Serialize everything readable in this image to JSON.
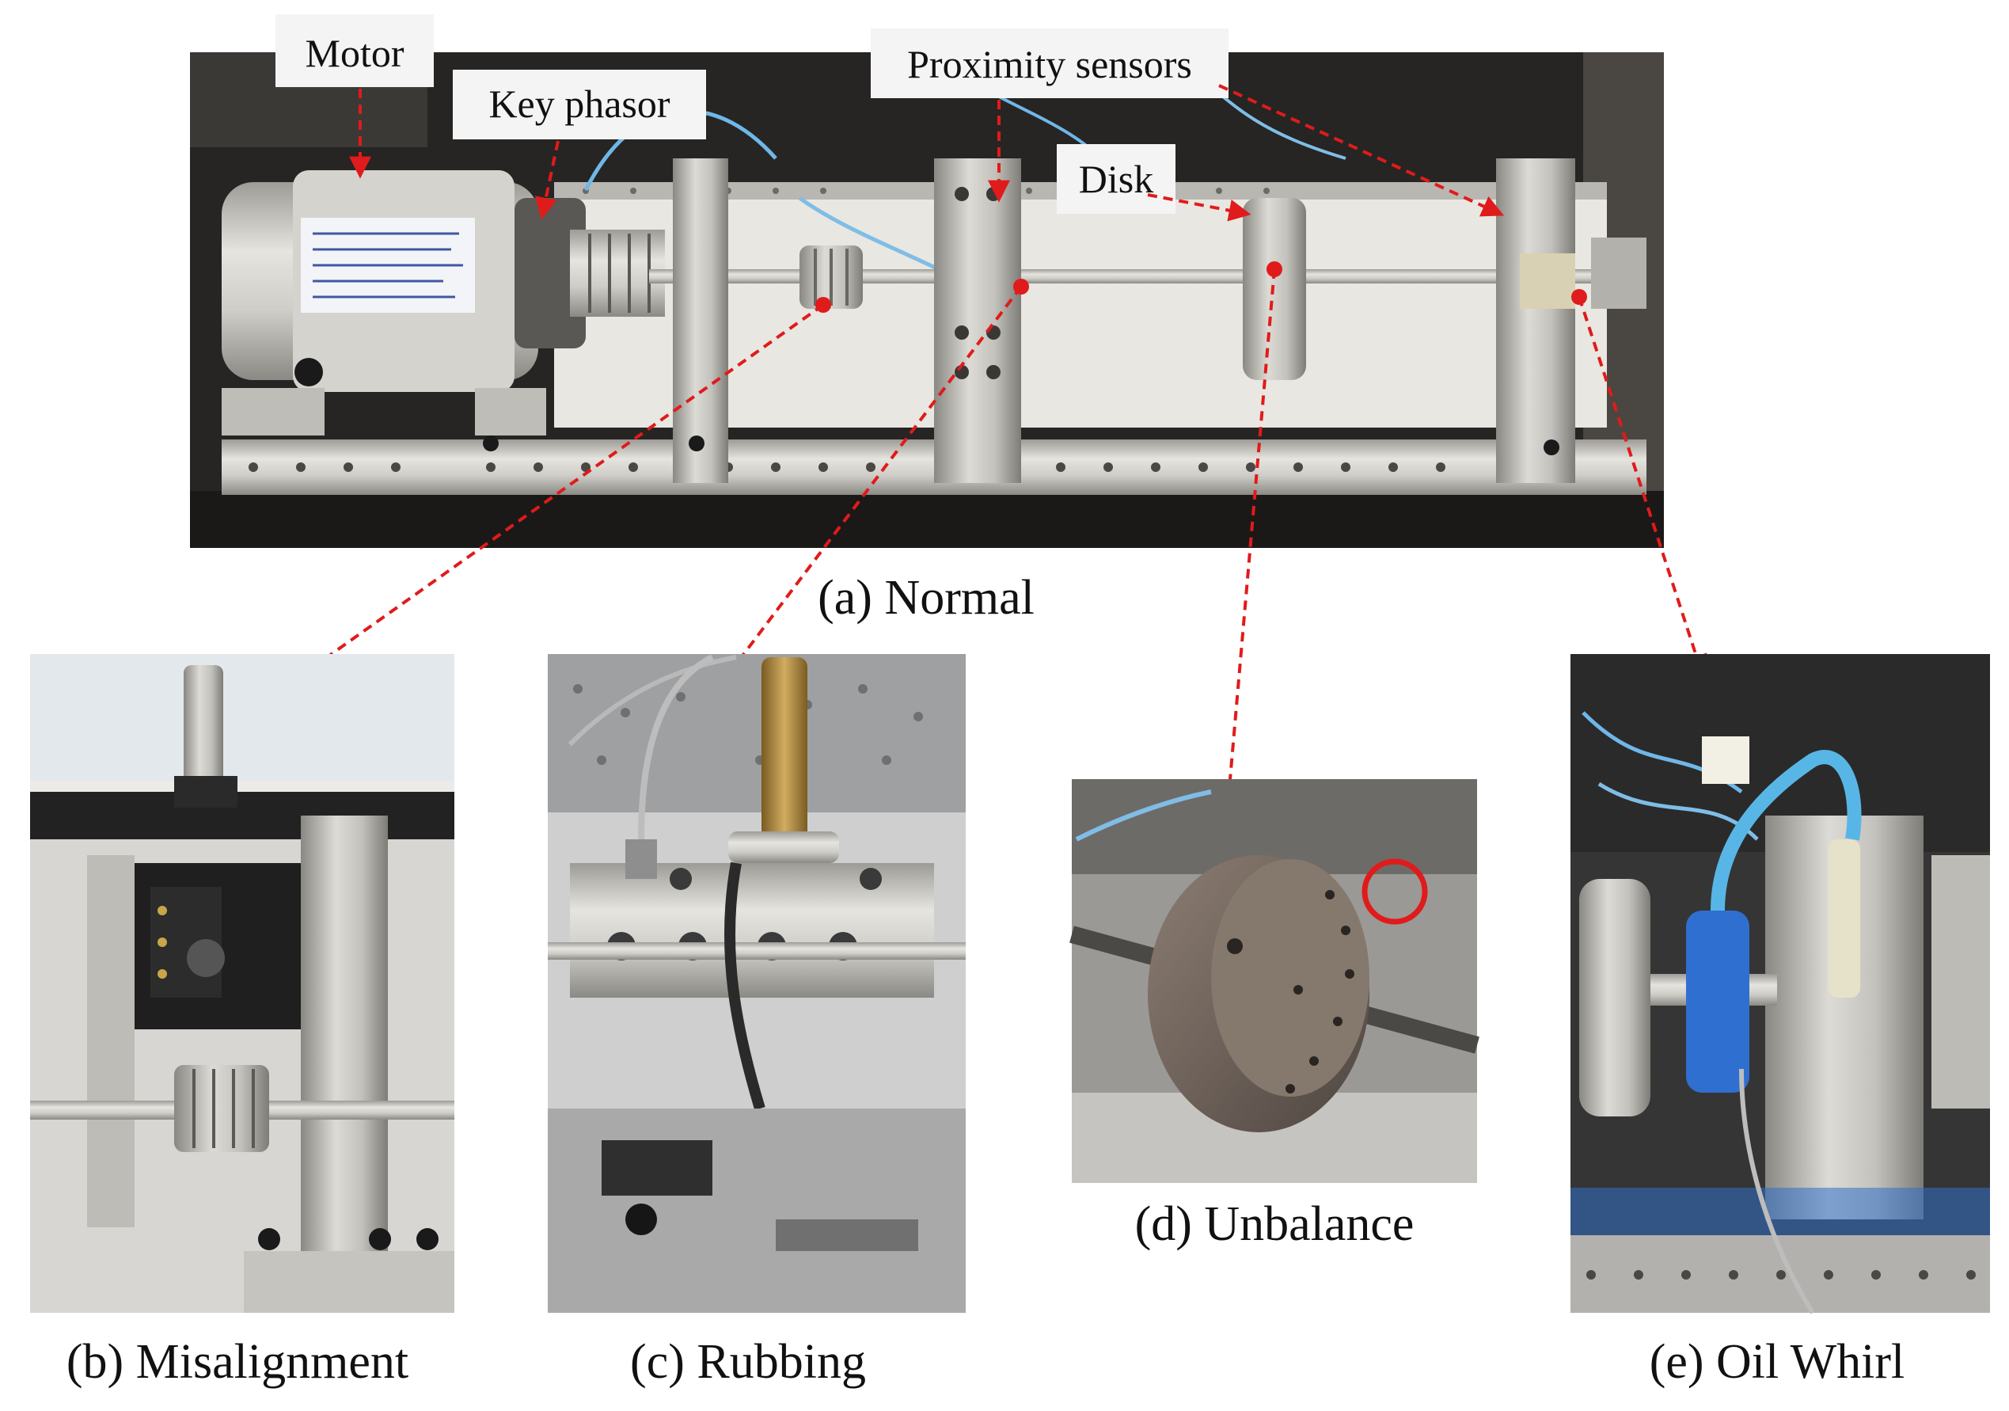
{
  "callouts": {
    "motor": "Motor",
    "key_phasor": "Key phasor",
    "proximity_sensors": "Proximity sensors",
    "disk": "Disk"
  },
  "captions": {
    "normal": "(a) Normal",
    "misalignment": "(b) Misalignment",
    "rubbing": "(c) Rubbing",
    "unbalance": "(d) Unbalance",
    "oil_whirl": "(e) Oil Whirl"
  },
  "colors": {
    "arrow": "#e01b1b",
    "metal": "#c9c7c2",
    "frame": "#232323",
    "cable_blue": "#6fb7e8",
    "brass": "#b8944c"
  }
}
